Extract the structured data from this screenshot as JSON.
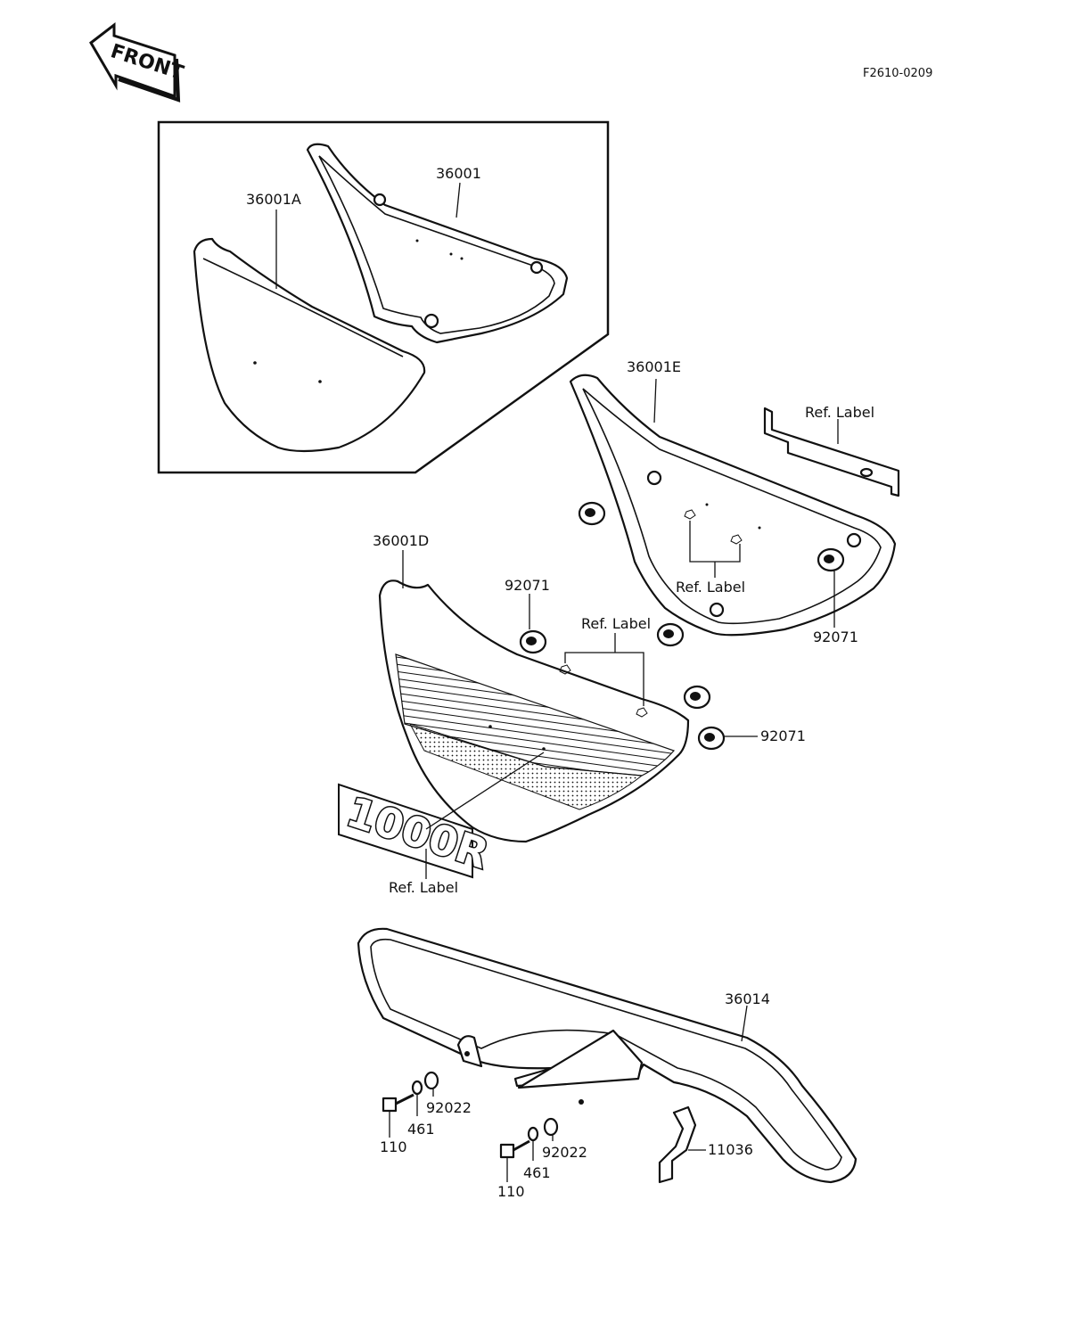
{
  "diagram": {
    "drawing_code": "F2610-0209",
    "front_badge": "FRONT",
    "emblem_text": "1000R",
    "callouts": {
      "c36001": "36001",
      "c36001A": "36001A",
      "c36001E": "36001E",
      "c36001D": "36001D",
      "c36014": "36014",
      "c92071_a": "92071",
      "c92071_b": "92071",
      "c92071_c": "92071",
      "c92022_a": "92022",
      "c92022_b": "92022",
      "c461_a": "461",
      "c461_b": "461",
      "c110_a": "110",
      "c110_b": "110",
      "c11036": "11036",
      "ref_label_1": "Ref. Label",
      "ref_label_2": "Ref. Label",
      "ref_label_3": "Ref. Label",
      "ref_label_4": "Ref. Label"
    }
  }
}
